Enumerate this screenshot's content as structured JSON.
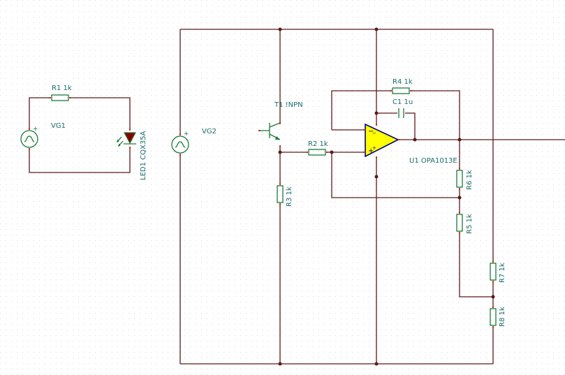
{
  "components": {
    "vg1": "VG1",
    "vg2": "VG2",
    "r1": "R1 1k",
    "r2": "R2 1k",
    "r3": "R3 1k",
    "r4": "R4 1k",
    "r5": "R5 1k",
    "r6": "R6 1k",
    "r7": "R7 1k",
    "r8": "R8 1k",
    "c1": "C1 1u",
    "t1": "T1 !NPN",
    "u1": "U1 OPA1013E",
    "led1": "LED1 CQX35A"
  },
  "colors": {
    "wire": "#5a1a1a",
    "component": "#1a7a3a",
    "label": "#1a6a6a",
    "opamp_fill": "#ffff00",
    "opamp_stroke": "#000080",
    "led_fill": "#8b0000",
    "grid_dot": "#c8c8c8"
  },
  "icons": [
    "ac-source-icon",
    "resistor-icon",
    "capacitor-icon",
    "npn-transistor-icon",
    "opamp-icon",
    "led-icon"
  ]
}
